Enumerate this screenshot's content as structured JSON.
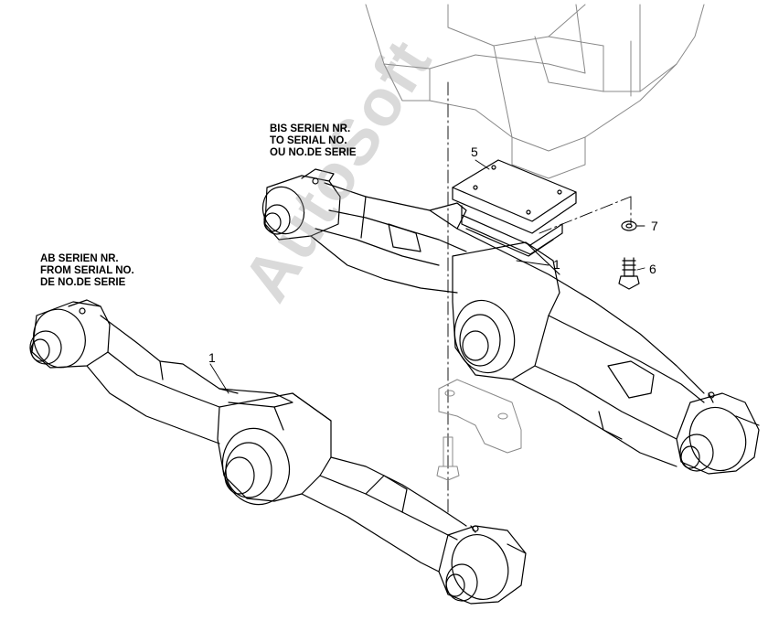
{
  "notes": {
    "upper": [
      "BIS SERIEN NR.",
      "TO SERIAL NO.",
      "OU NO.DE SERIE"
    ],
    "lower": [
      "AB SERIEN NR.",
      "FROM SERIAL NO.",
      "DE NO.DE SERIE"
    ]
  },
  "callouts": {
    "part_1_upper": "1",
    "part_1_lower": "1",
    "part_5": "5",
    "part_6": "6",
    "part_7": "7"
  },
  "watermark": "AutoSoft"
}
